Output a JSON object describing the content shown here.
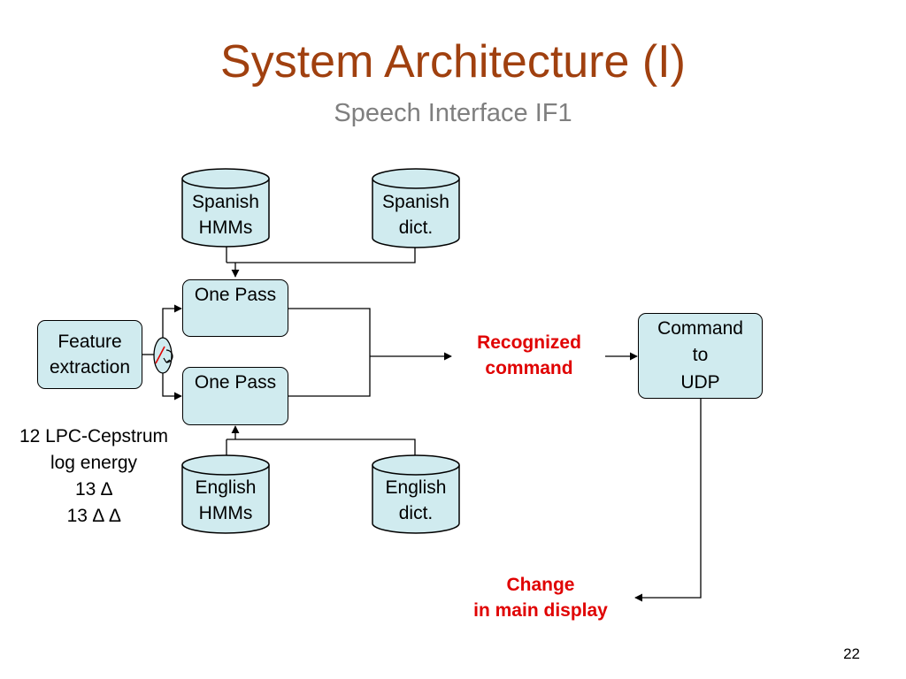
{
  "slide": {
    "title": "System Architecture (I)",
    "subtitle": "Speech Interface IF1",
    "page_number": "22"
  },
  "databases": {
    "spanish_hmms": [
      "Spanish",
      "HMMs"
    ],
    "spanish_dict": [
      "Spanish",
      "dict."
    ],
    "english_hmms": [
      "English",
      "HMMs"
    ],
    "english_dict": [
      "English",
      "dict."
    ]
  },
  "blocks": {
    "feature_extraction": [
      "Feature",
      "extraction"
    ],
    "one_pass_top": "One Pass",
    "one_pass_bottom": "One Pass",
    "command_to_udp": [
      "Command",
      "to",
      "UDP"
    ]
  },
  "labels": {
    "recognized_command": [
      "Recognized",
      "command"
    ],
    "change_display": [
      "Change",
      "in main display"
    ]
  },
  "features_note": [
    "12 LPC-Cepstrum",
    "log energy",
    "13 ∆",
    "13 ∆ ∆"
  ],
  "colors": {
    "title": "#a0400f",
    "subtitle": "#7f7f7f",
    "box_fill": "#d0ebef",
    "highlight_text": "#e00000",
    "switch_marker": "#e00000"
  }
}
